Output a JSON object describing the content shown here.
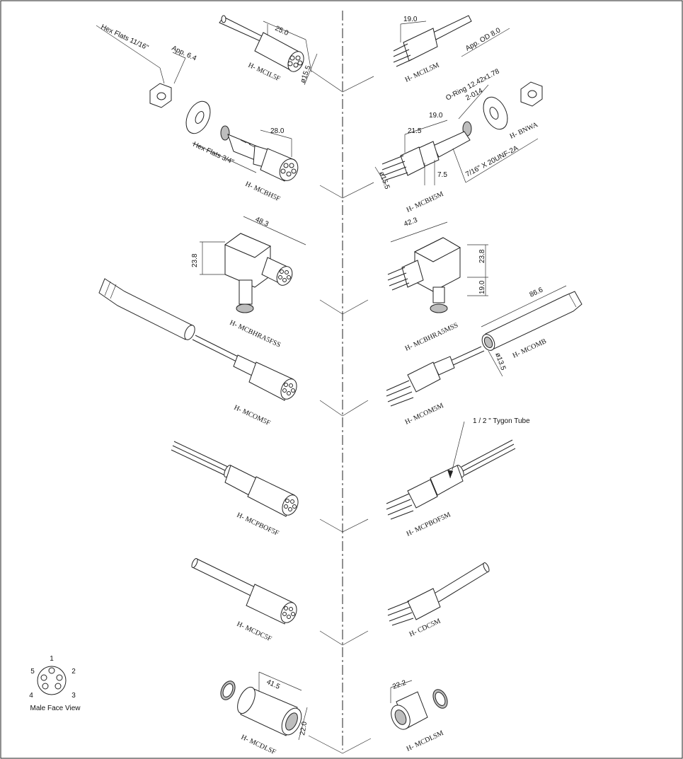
{
  "parts": {
    "mcil5f": "H- MCIL5F",
    "mcil5m": "H- MCIL5M",
    "mcbh5f": "H- MCBH5F",
    "mcbh5m": "H- MCBH5M",
    "bnwa": "H- BNWA",
    "mcbhra5fss": "H- MCBHRA5FSS",
    "mcbhra5mss": "H- MCBHRA5MSS",
    "mcom5f": "H- MCOM5F",
    "mcom5m": "H- MCOM5M",
    "mcomb": "H- MCOMB",
    "mcpbof5f": "H- MCPBOF5F",
    "mcpbof5m": "H- MCPBOF5M",
    "mcdc5f": "H- MCDC5F",
    "cdc5m": "H- CDC5M",
    "mcdlsf": "H- MCDLSF",
    "mcdlsm": "H- MCDLSM"
  },
  "dimensions": {
    "mcil5f_length": "25.0",
    "mcil5f_dia": "ø15.5",
    "mcil5m_length": "19.0",
    "app_od": "App. OD 8.0",
    "hex_flats_nut": "Hex Flats 11/16\"",
    "app_64": "App. 6.4",
    "mcbh5f_length": "28.0",
    "hex_flats_bh": "Hex Flats 3/4\"",
    "mcbh5m_a": "21.5",
    "mcbh5m_b": "19.0",
    "mcbh5m_c": "7.5",
    "mcbh5m_dia": "ø15.5",
    "oring": "O-Ring 12.42x1.78",
    "oring_code": "2-014",
    "thread": "7/16\" X 20UNF-2A",
    "ra_f_len": "48.3",
    "ra_f_h": "23.8",
    "ra_m_len": "42.3",
    "ra_m_h": "23.8",
    "ra_m_h2": "19.0",
    "mcomb_len": "86.6",
    "mcomb_dia": "ø13.5",
    "tygon": "1 / 2 \" Tygon Tube",
    "mcdlsf_len": "41.5",
    "mcdlsf_dia": "22.0",
    "mcdlsm_len": "22.2"
  },
  "face_view": {
    "title": "Male Face View",
    "pins": [
      "1",
      "2",
      "3",
      "4",
      "5"
    ]
  }
}
